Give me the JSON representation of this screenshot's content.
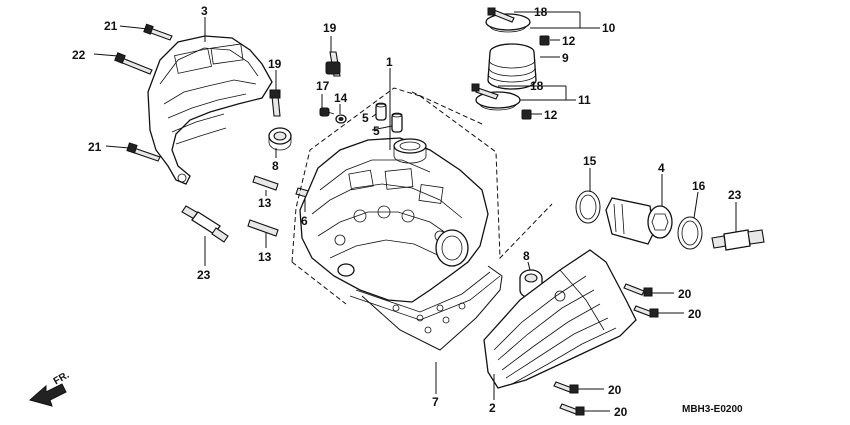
{
  "diagram": {
    "drawing_code": "MBH3-E0200",
    "front_marker": "FR.",
    "callouts": [
      {
        "id": "c3",
        "text": "3"
      },
      {
        "id": "c21a",
        "text": "21"
      },
      {
        "id": "c22",
        "text": "22"
      },
      {
        "id": "c21b",
        "text": "21"
      },
      {
        "id": "c19a",
        "text": "19"
      },
      {
        "id": "c19b",
        "text": "19"
      },
      {
        "id": "c17",
        "text": "17"
      },
      {
        "id": "c14",
        "text": "14"
      },
      {
        "id": "c8a",
        "text": "8"
      },
      {
        "id": "c13a",
        "text": "13"
      },
      {
        "id": "c13b",
        "text": "13"
      },
      {
        "id": "c6",
        "text": "6"
      },
      {
        "id": "c23a",
        "text": "23"
      },
      {
        "id": "c1",
        "text": "1"
      },
      {
        "id": "c5a",
        "text": "5"
      },
      {
        "id": "c5b",
        "text": "5"
      },
      {
        "id": "c18a",
        "text": "18"
      },
      {
        "id": "c10",
        "text": "10"
      },
      {
        "id": "c12a",
        "text": "12"
      },
      {
        "id": "c9",
        "text": "9"
      },
      {
        "id": "c18b",
        "text": "18"
      },
      {
        "id": "c11",
        "text": "11"
      },
      {
        "id": "c12b",
        "text": "12"
      },
      {
        "id": "c15",
        "text": "15"
      },
      {
        "id": "c4",
        "text": "4"
      },
      {
        "id": "c16",
        "text": "16"
      },
      {
        "id": "c23b",
        "text": "23"
      },
      {
        "id": "c8b",
        "text": "8"
      },
      {
        "id": "c20a",
        "text": "20"
      },
      {
        "id": "c20b",
        "text": "20"
      },
      {
        "id": "c20c",
        "text": "20"
      },
      {
        "id": "c20d",
        "text": "20"
      },
      {
        "id": "c7",
        "text": "7"
      },
      {
        "id": "c2",
        "text": "2"
      }
    ]
  }
}
